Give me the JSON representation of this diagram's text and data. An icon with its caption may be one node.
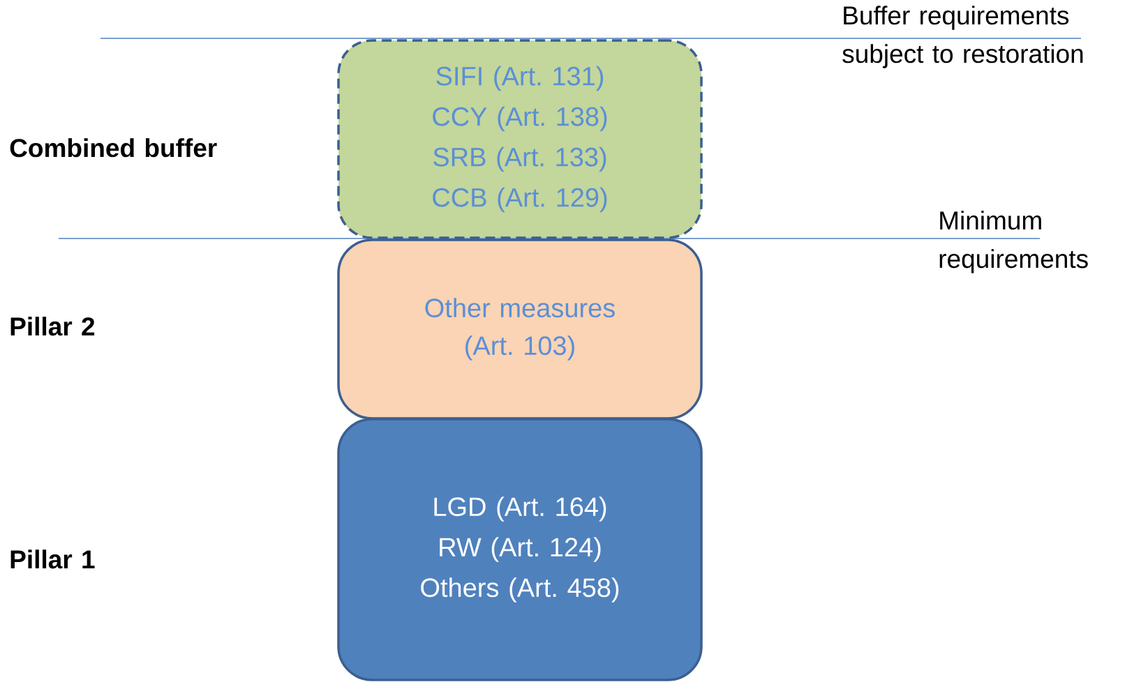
{
  "diagram": {
    "nodes": [
      {
        "text": [
          "SIFI (Art. 131)",
          "CCY (Art. 138)",
          "SRB (Art. 133)",
          "CCB (Art. 129)"
        ]
      },
      {
        "text": [
          "Other measures (Art. 103)"
        ]
      },
      {
        "text": [
          "LGD (Art. 164)",
          "RW (Art. 124)",
          "Others (Art. 458)"
        ]
      }
    ],
    "labels": [
      "Buffer requirements subject to restoration",
      "Combined buffer",
      "Minimum requirements",
      "Pillar 2",
      "Pillar 1"
    ]
  }
}
